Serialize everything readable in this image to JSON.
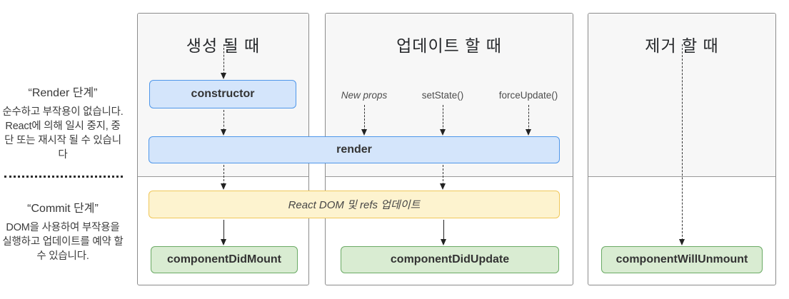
{
  "sidebar": {
    "render_phase": {
      "title": "“Render 단계”",
      "body": "순수하고 부작용이 없습니다. React에 의해 일시 중지, 중단 또는 재시작 될 수 있습니다"
    },
    "commit_phase": {
      "title": "“Commit 단계”",
      "body": "DOM을 사용하여 부작용을 실행하고 업데이트를 예약 할 수 있습니다."
    }
  },
  "columns": [
    {
      "title": "생성 될 때"
    },
    {
      "title": "업데이트 할 때"
    },
    {
      "title": "제거 할 때"
    }
  ],
  "update_triggers": [
    {
      "label": "New props"
    },
    {
      "label": "setState()"
    },
    {
      "label": "forceUpdate()"
    }
  ],
  "nodes": {
    "constructor": "constructor",
    "render": "render",
    "dom_update": "React DOM 및 refs 업데이트",
    "did_mount": "componentDidMount",
    "did_update": "componentDidUpdate",
    "will_unmount": "componentWillUnmount"
  },
  "colors": {
    "render_phase_bg": "#f7f7f7",
    "commit_phase_bg": "#ffffff",
    "blue_fill": "#d4e5fb",
    "blue_border": "#4f97ea",
    "yellow_fill": "#fdf3cf",
    "yellow_border": "#f0c75a",
    "green_fill": "#d9ecd2",
    "green_border": "#6aaa64",
    "panel_border": "#8c8c8c"
  }
}
